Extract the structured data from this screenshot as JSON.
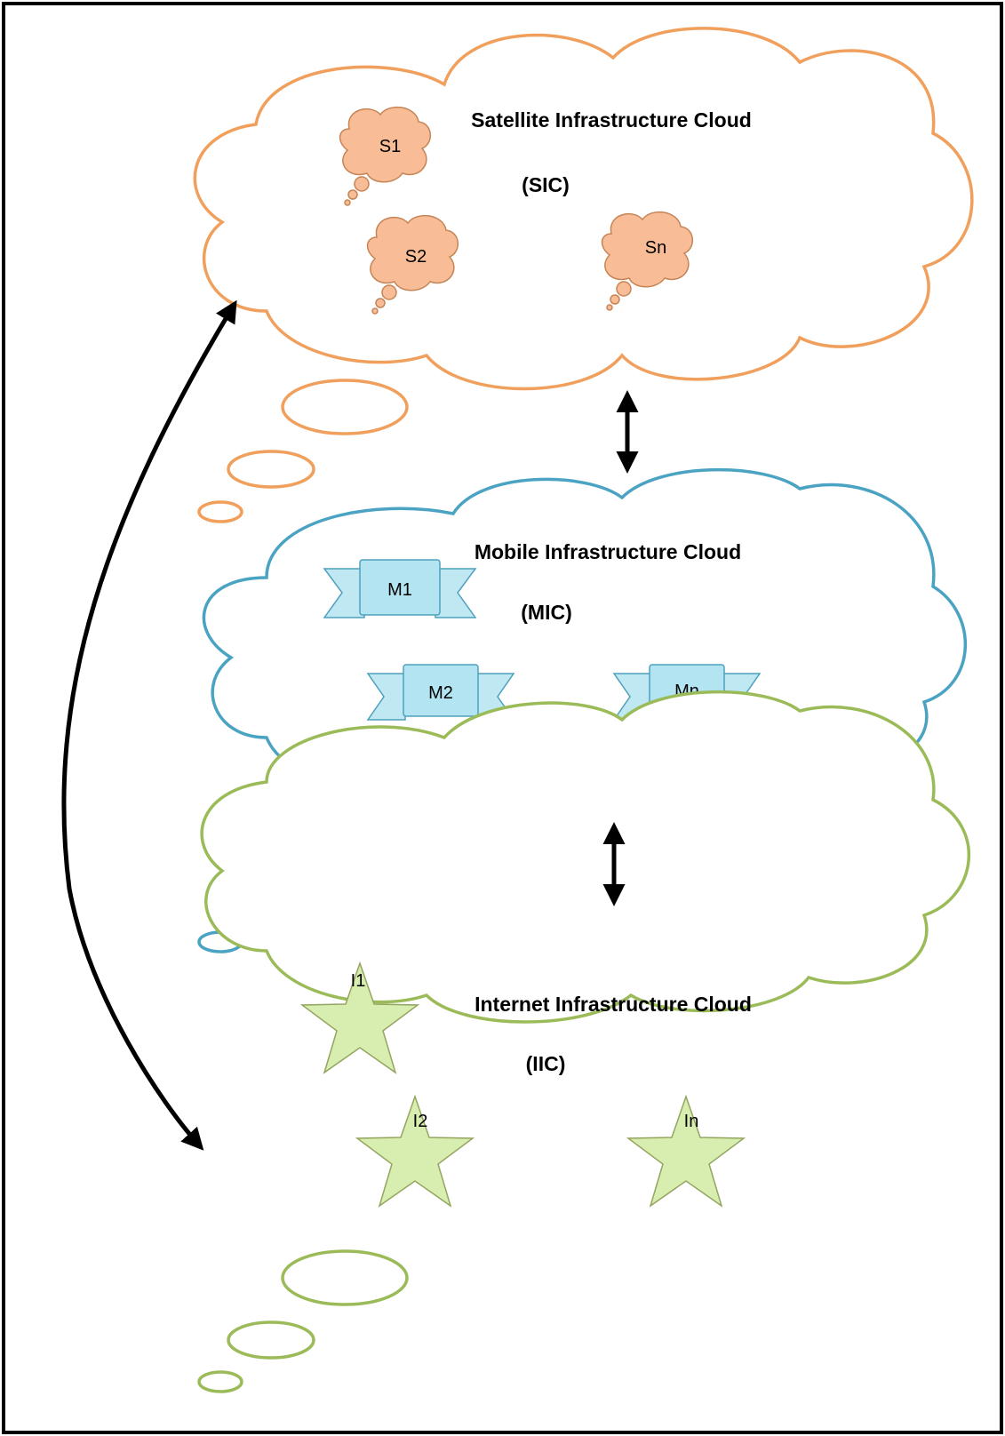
{
  "colors": {
    "satellite": "#f0a05c",
    "mobile": "#4ba3c3",
    "internet": "#9bbb59",
    "frame": "#000000"
  },
  "clouds": [
    {
      "key": "sic",
      "title": "Satellite Infrastructure Cloud",
      "abbr": "(SIC)",
      "nodes": [
        "S1",
        "S2",
        "Sn"
      ],
      "node_shape": "cloud-callout"
    },
    {
      "key": "mic",
      "title": "Mobile Infrastructure Cloud",
      "abbr": "(MIC)",
      "nodes": [
        "M1",
        "M2",
        "Mn"
      ],
      "node_shape": "ribbon-banner"
    },
    {
      "key": "iic",
      "title": "Internet Infrastructure Cloud",
      "abbr": "(IIC)",
      "nodes": [
        "I1",
        "I2",
        "In"
      ],
      "node_shape": "star"
    }
  ],
  "links": [
    {
      "from": "sic",
      "to": "mic",
      "style": "bidirectional"
    },
    {
      "from": "mic",
      "to": "iic",
      "style": "bidirectional"
    },
    {
      "from": "sic",
      "to": "iic",
      "style": "bidirectional-curved"
    }
  ]
}
